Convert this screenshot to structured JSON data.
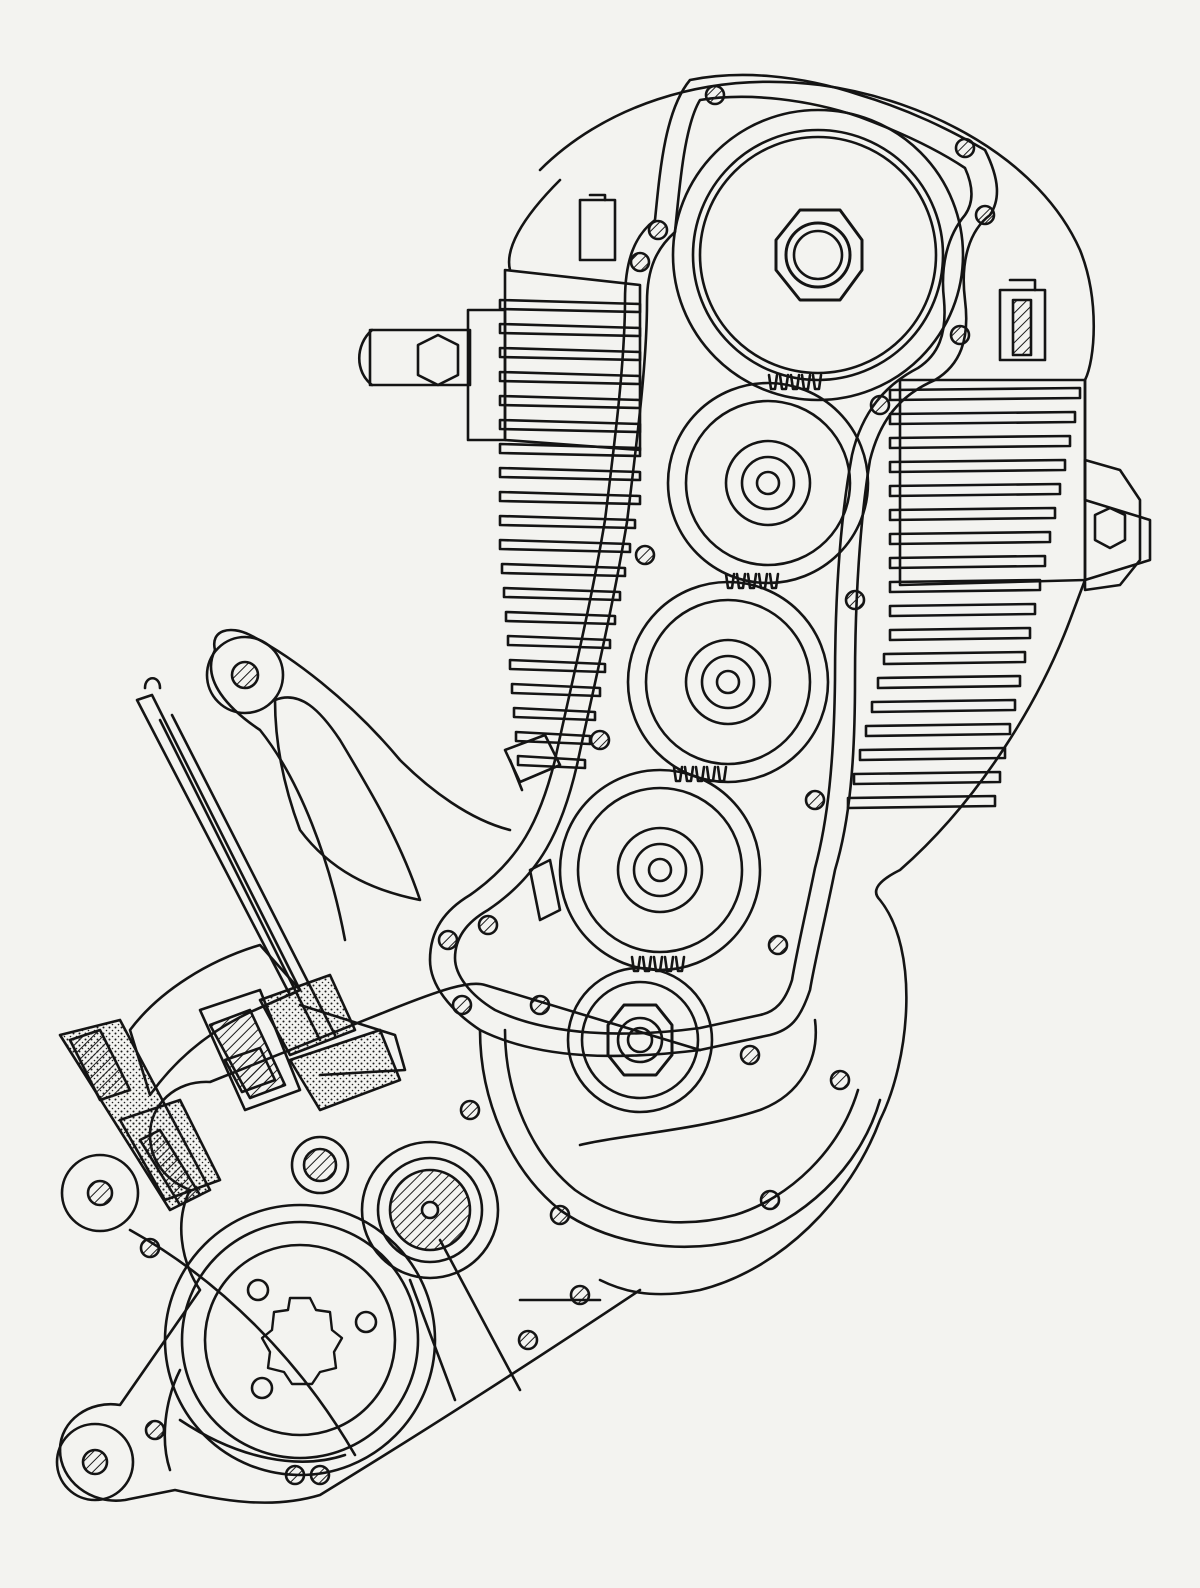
{
  "caption": "",
  "colors": {
    "paper": "#f3f3f0",
    "ink": "#141414",
    "hatch": "#1c1c1c"
  },
  "parts": [
    "timing-gear-cover",
    "upper-idler-gear",
    "middle-idler-gear",
    "lower-idler-gear",
    "crank-pinion",
    "left-cylinder-fins",
    "right-cylinder-fins",
    "exhaust-stub",
    "engine-mount-plate",
    "gearbox-housing",
    "clutch-assembly-section",
    "output-sprocket",
    "kickstart-lever"
  ]
}
